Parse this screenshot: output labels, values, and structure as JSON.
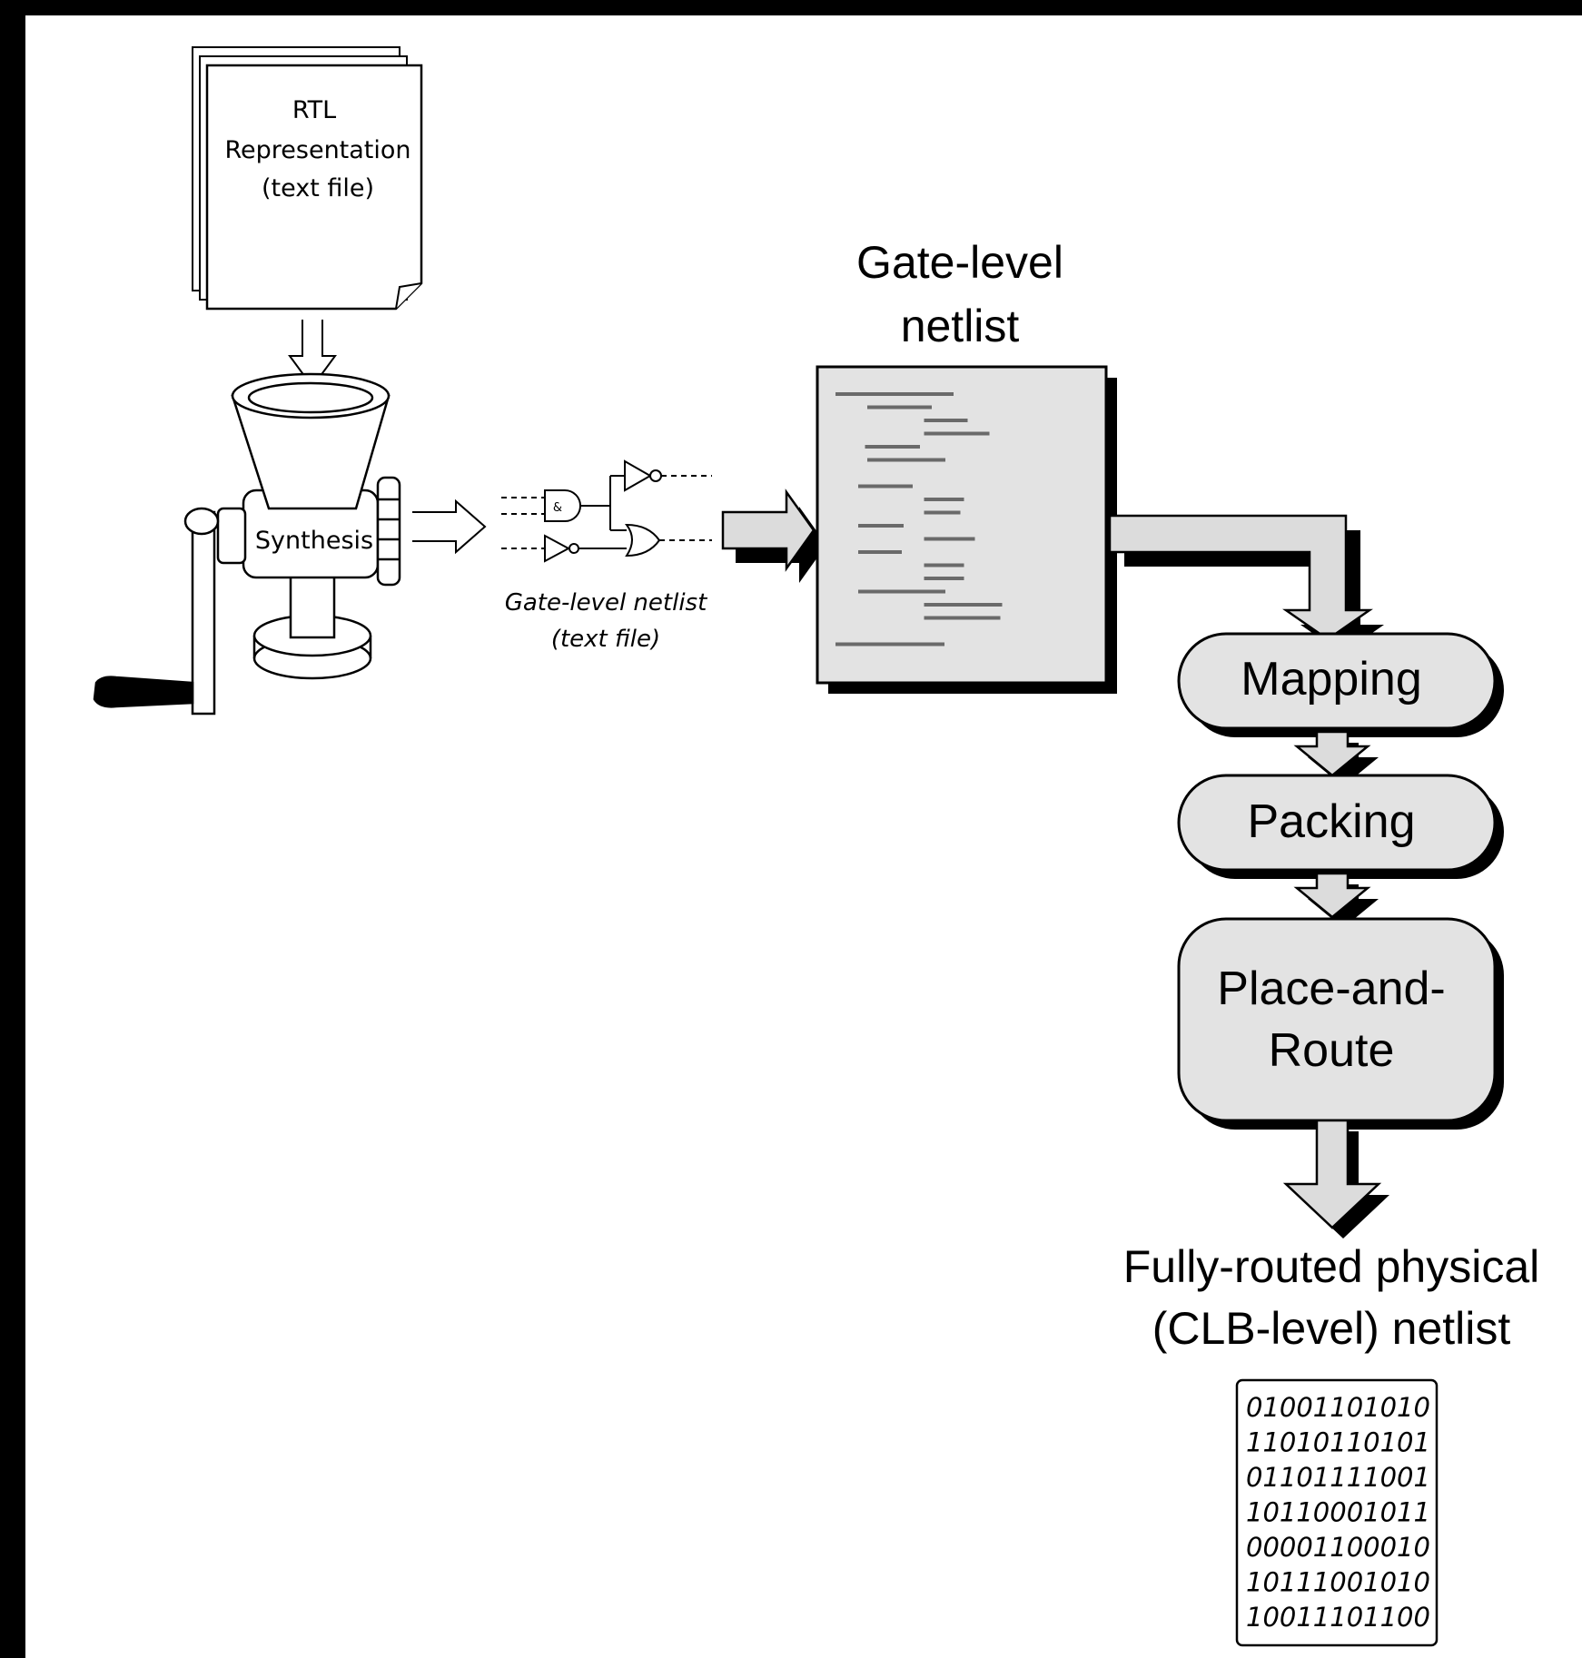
{
  "colors": {
    "frame": "#000000",
    "page": "#ffffff",
    "frame_accent": "#c0192a",
    "block_fill": "#e3e3e3",
    "arrow_fill": "#dcdcdc",
    "shadow": "#000000"
  },
  "rtl_document": {
    "line1": "RTL",
    "line2": "Representation",
    "line3": "(text file)"
  },
  "synthesis": {
    "label": "Synthesis"
  },
  "gate_sketch": {
    "and_gate_symbol": "&",
    "caption_line1": "Gate-level netlist",
    "caption_line2": "(text file)"
  },
  "netlist": {
    "title_line1": "Gate-level",
    "title_line2": "netlist"
  },
  "flow_steps": [
    {
      "label": "Mapping"
    },
    {
      "label": "Packing"
    },
    {
      "label": "Place-and-",
      "label2": "Route"
    }
  ],
  "output": {
    "title_line1": "Fully-routed physical",
    "title_line2": "(CLB-level) netlist",
    "bits": [
      "01001101010",
      "11010110101",
      "01101111001",
      "10110001011",
      "00001100010",
      "10111001010",
      "10011101100"
    ]
  },
  "icons": [
    "paper-stack-icon",
    "meat-grinder-icon",
    "logic-gates-icon",
    "netlist-sheet-icon",
    "binary-file-icon"
  ]
}
